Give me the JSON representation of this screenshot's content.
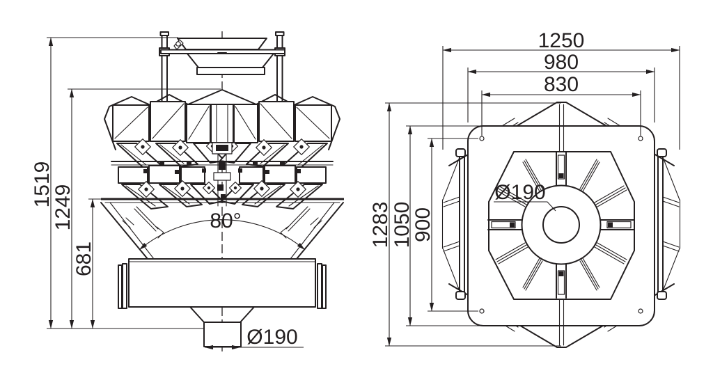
{
  "front_view": {
    "dim_total_height": "1519",
    "dim_body_top_height": "1249",
    "dim_cone_rim_height": "681",
    "dim_cone_angle": "80°",
    "dim_outlet_diameter": "Ø190"
  },
  "top_view": {
    "dim_overall_width": "1250",
    "dim_frame_width": "980",
    "dim_bolt_span_width": "830",
    "dim_overall_depth": "1283",
    "dim_frame_depth": "1050",
    "dim_bolt_span_depth": "900",
    "dim_center_opening_diameter": "Ø190"
  },
  "colors": {
    "ink": "#231f20",
    "paper": "#ffffff"
  }
}
